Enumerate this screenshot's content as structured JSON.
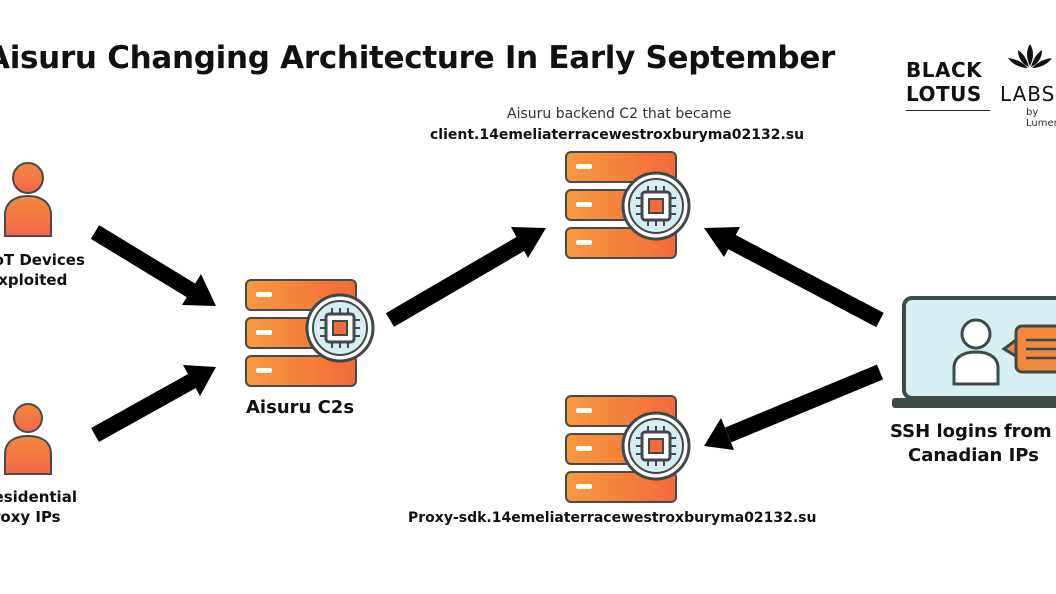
{
  "title": "Aisuru Changing Architecture In Early September",
  "logo": {
    "line1": "BLACK",
    "line2": "LOTUS",
    "line3": "LABS",
    "byline": "by Lumen"
  },
  "nodes": {
    "iot": {
      "line1": "IoT Devices",
      "line2": "Exploited"
    },
    "proxy": {
      "line1": "Residential",
      "line2": "Proxy IPs"
    },
    "c2s": {
      "label": "Aisuru C2s"
    },
    "backend": {
      "caption": "Aisuru backend C2 that became",
      "host": "client.14emeliaterracewestroxburyma02132.su"
    },
    "proxysdk": {
      "host": "Proxy-sdk.14emeliaterracewestroxburyma02132.su"
    },
    "ssh": {
      "line1": "SSH logins from",
      "line2": "Canadian IPs"
    }
  },
  "colors": {
    "server_top": "#F79A3E",
    "server_bottom": "#F26A3A",
    "chip_ring": "#3C4A4A",
    "chip_core": "#F26A3A",
    "person": "#F3893F",
    "laptop_screen": "#D7EFF2",
    "laptop_frame": "#3C4A4A",
    "arrow": "#000000"
  }
}
